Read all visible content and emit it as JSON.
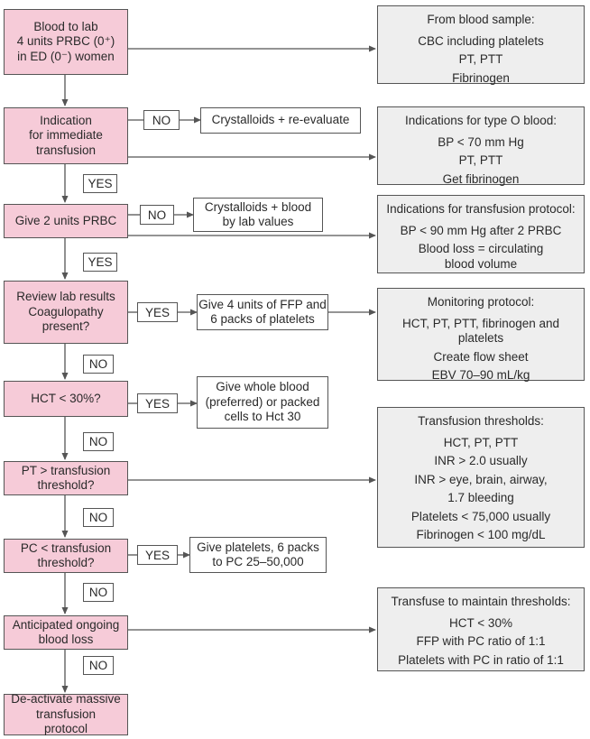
{
  "main_steps": [
    {
      "id": "blood_to_lab",
      "lines": [
        "Blood to lab",
        "4 units PRBC (0⁺)",
        "in ED (0⁻) women"
      ]
    },
    {
      "id": "indication",
      "lines": [
        "Indication",
        "for immediate",
        "transfusion"
      ]
    },
    {
      "id": "give_2",
      "lines": [
        "Give 2 units PRBC"
      ]
    },
    {
      "id": "review_lab",
      "lines": [
        "Review lab results",
        "Coagulopathy",
        "present?"
      ]
    },
    {
      "id": "hct",
      "lines": [
        "HCT < 30%?"
      ]
    },
    {
      "id": "pt",
      "lines": [
        "PT > transfusion",
        "threshold?"
      ]
    },
    {
      "id": "pc",
      "lines": [
        "PC < transfusion",
        "threshold?"
      ]
    },
    {
      "id": "anticipated",
      "lines": [
        "Anticipated ongoing",
        "blood loss"
      ]
    },
    {
      "id": "deactivate",
      "lines": [
        "De-activate massive",
        "transfusion",
        "protocol"
      ]
    }
  ],
  "vertical_labels": [
    "YES",
    "YES",
    "NO",
    "NO",
    "NO",
    "NO"
  ],
  "side_labels": [
    "NO",
    "NO",
    "YES",
    "YES",
    "YES"
  ],
  "action_boxes": [
    {
      "id": "crystalloids_reeval",
      "lines": [
        "Crystalloids + re-evaluate"
      ]
    },
    {
      "id": "crystalloids_blood",
      "lines": [
        "Crystalloids + blood",
        "by lab values"
      ]
    },
    {
      "id": "ffp_platelets",
      "lines": [
        "Give 4 units of FFP and",
        "6 packs of platelets"
      ]
    },
    {
      "id": "whole_blood",
      "lines": [
        "Give whole blood",
        "(preferred) or packed",
        "cells to Hct 30"
      ]
    },
    {
      "id": "give_platelets",
      "lines": [
        "Give platelets, 6 packs",
        "to PC 25–50,000"
      ]
    }
  ],
  "info_boxes": [
    {
      "id": "blood_sample",
      "title": "From blood sample:",
      "lines": [
        "CBC including platelets",
        "PT, PTT",
        "Fibrinogen"
      ]
    },
    {
      "id": "type_o",
      "title": "Indications for type O blood:",
      "lines": [
        "BP < 70 mm Hg",
        "PT, PTT",
        "Get fibrinogen"
      ]
    },
    {
      "id": "transfusion_protocol",
      "title": "Indications for transfusion protocol:",
      "lines": [
        "BP < 90 mm Hg after 2 PRBC",
        "Blood loss = circulating",
        "blood volume"
      ]
    },
    {
      "id": "monitoring",
      "title": "Monitoring protocol:",
      "lines": [
        "HCT, PT, PTT, fibrinogen and",
        "platelets",
        "Create flow sheet",
        "EBV 70–90 mL/kg"
      ]
    },
    {
      "id": "thresholds",
      "title": "Transfusion thresholds:",
      "lines": [
        "HCT, PT, PTT",
        "INR > 2.0 usually",
        "INR > eye, brain, airway,",
        "1.7 bleeding",
        "Platelets < 75,000 usually",
        "Fibrinogen < 100 mg/dL"
      ]
    },
    {
      "id": "maintain",
      "title": "Transfuse to maintain thresholds:",
      "lines": [
        "HCT < 30%",
        "FFP with PC ratio of 1:1",
        "Platelets with PC in ratio of 1:1"
      ]
    }
  ],
  "colors": {
    "decision_fill": "#f6cbd8",
    "info_fill": "#eeeeee",
    "line": "#555555"
  }
}
